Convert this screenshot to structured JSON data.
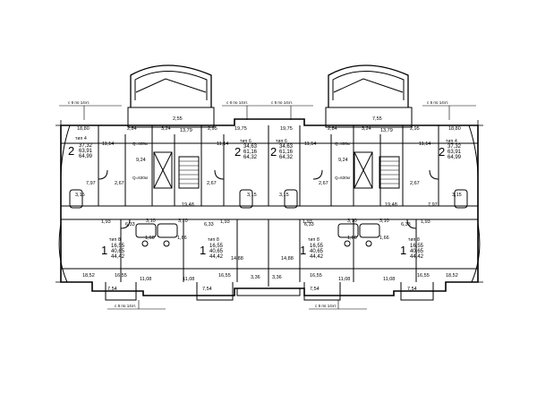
{
  "rooms": {
    "top_left": {
      "r1": "18,80",
      "r2": "2,84",
      "r3": "3,24",
      "r4": "2,55",
      "r5": "13,79",
      "r6": "2,95",
      "r7": "19,75"
    },
    "top_right": {
      "r1": "19,75",
      "r2": "2,84",
      "r3": "3,24",
      "r4": "7,55",
      "r5": "13,79",
      "r6": "2,95",
      "r7": "18,80"
    },
    "kitchen": "11,14",
    "hall": "9,24",
    "corr": "7,97",
    "bath": "3,15",
    "wc": "2,67",
    "lobby": "19,48",
    "mid": "6,33",
    "tiny": "1,93",
    "store": "3,10",
    "tiny2": "1,66",
    "bottom": {
      "a": "18,52",
      "b": "16,55",
      "c": "11,08",
      "d": "7,54",
      "e": "14,88",
      "f": "3,36"
    },
    "elev1": "Q=400кг",
    "elev2": "Q=630кг",
    "floor_note": "с 6 по 14эт."
  },
  "types": {
    "t4": {
      "label": "тип 4",
      "num": "2",
      "a": "37,32",
      "b": "63,91",
      "c": "64,99"
    },
    "t6": {
      "label": "тип 6",
      "num": "2",
      "a": "34,63",
      "b": "61,16",
      "c": "64,32"
    },
    "t8": {
      "label": "тип 8",
      "num": "1",
      "a": "16,55",
      "b": "40,65",
      "c": "44,42"
    }
  }
}
